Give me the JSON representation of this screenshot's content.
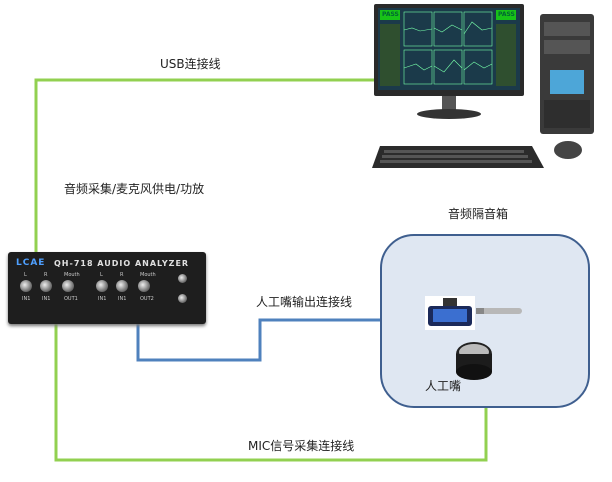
{
  "labels": {
    "usb_cable": "USB连接线",
    "audio_capture": "音频采集/麦克风供电/功放",
    "sound_box": "音频隔音箱",
    "mouth_output_cable": "人工嘴输出连接线",
    "artificial_mouth": "人工嘴",
    "mic_cable": "MIC信号采集连接线"
  },
  "analyzer": {
    "brand": "LCAE",
    "model": "QH-718 AUDIO ANALYZER",
    "port_labels": [
      "L",
      "R",
      "Mouth",
      "L",
      "R",
      "Mouth"
    ],
    "port_labels_bottom": [
      "IN1",
      "IN1",
      "OUT1",
      "IN1",
      "IN1",
      "OUT2"
    ]
  },
  "monitor": {
    "pass_left": "PASS",
    "pass_right": "PASS"
  },
  "colors": {
    "green_wire": "#92d050",
    "blue_wire": "#4f81bd",
    "enclosure_fill": "#dfe7f2",
    "enclosure_border": "#3f5f8f"
  }
}
